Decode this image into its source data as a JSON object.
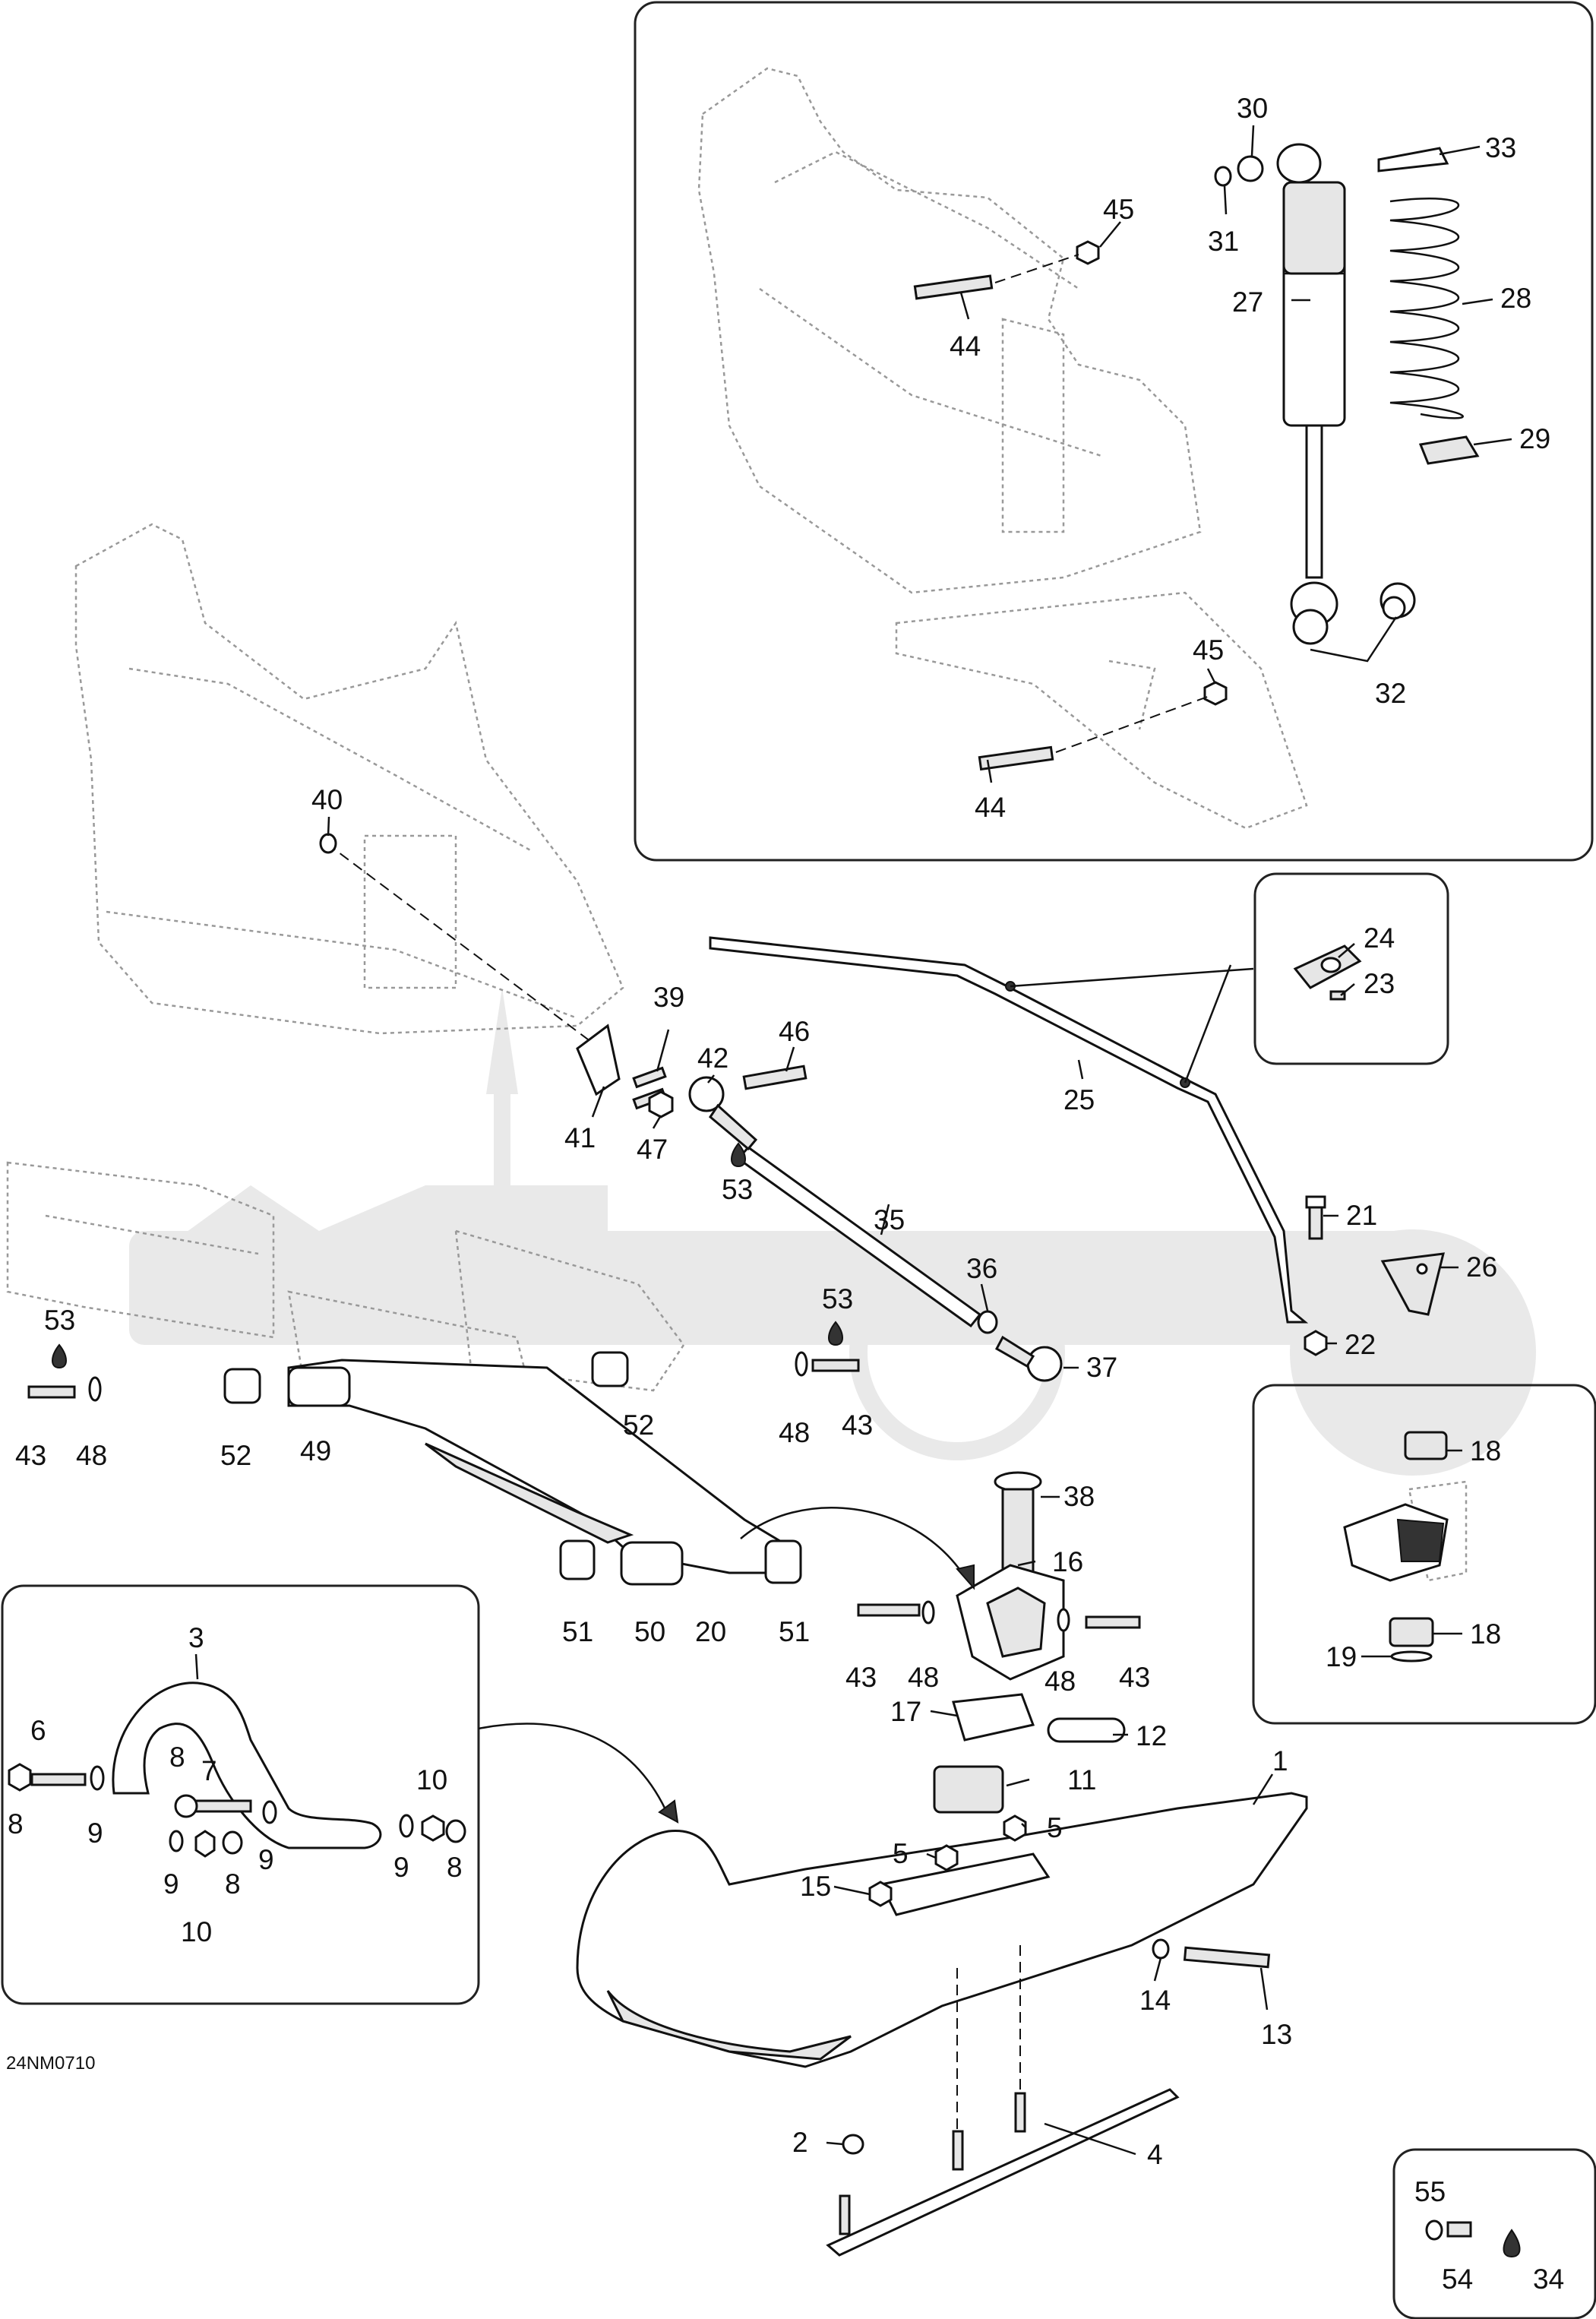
{
  "diagram": {
    "reference_code": "24NM0710",
    "callouts": [
      "1",
      "2",
      "3",
      "4",
      "5",
      "5",
      "6",
      "7",
      "8",
      "8",
      "8",
      "8",
      "9",
      "9",
      "9",
      "9",
      "9",
      "10",
      "10",
      "11",
      "12",
      "13",
      "14",
      "15",
      "16",
      "17",
      "18",
      "18",
      "19",
      "20",
      "21",
      "22",
      "23",
      "24",
      "25",
      "26",
      "27",
      "28",
      "29",
      "30",
      "31",
      "32",
      "33",
      "34",
      "35",
      "36",
      "37",
      "38",
      "39",
      "40",
      "41",
      "42",
      "43",
      "43",
      "43",
      "43",
      "44",
      "44",
      "45",
      "45",
      "46",
      "47",
      "48",
      "48",
      "48",
      "48",
      "49",
      "50",
      "51",
      "51",
      "52",
      "52",
      "53",
      "53",
      "53",
      "54",
      "55"
    ]
  }
}
